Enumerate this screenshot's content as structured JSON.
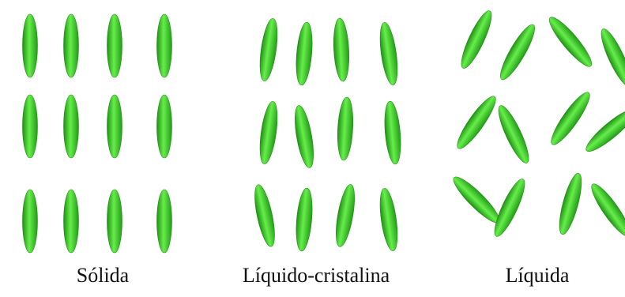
{
  "colors": {
    "background": "#ffffff",
    "ellipsoid_fill": "#33cc22",
    "ellipsoid_highlight": "#66ee4a",
    "ellipsoid_shadow": "#1f8f14",
    "caption_text": "#111111"
  },
  "panels": [
    {
      "id": "solid",
      "label": "Sólida",
      "description_tilts_deg": [
        [
          0,
          0,
          0,
          0
        ],
        [
          0,
          0,
          0,
          0
        ],
        [
          0,
          0,
          0,
          0
        ]
      ]
    },
    {
      "id": "liquid-crystal",
      "label": "Líquido-cristalina",
      "description_tilts_deg": [
        [
          8,
          5,
          -3,
          -8
        ],
        [
          8,
          -10,
          3,
          -5
        ],
        [
          -12,
          5,
          10,
          -8
        ]
      ]
    },
    {
      "id": "liquid",
      "label": "Líquida",
      "description_tilts_deg": [
        [
          25,
          30,
          -40,
          -25
        ],
        [
          35,
          -25,
          35,
          50
        ],
        [
          -45,
          25,
          15,
          -35
        ]
      ]
    }
  ]
}
